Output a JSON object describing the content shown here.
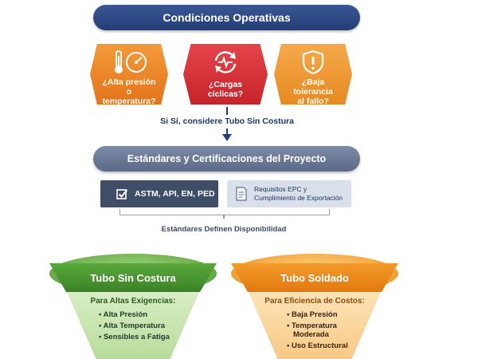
{
  "title": "Condiciones Operativas",
  "conditions": [
    {
      "label_l1": "¿Alta presión o",
      "label_l2": "temperatura?",
      "icon": "thermometer-gauge-icon",
      "color": "#e8801f"
    },
    {
      "label_l1": "¿Cargas cíclicas?",
      "label_l2": "",
      "icon": "cycle-pulse-icon",
      "color": "#d13238"
    },
    {
      "label_l1": "¿Baja tolerancia",
      "label_l2": "al fallo?",
      "icon": "warning-shield-icon",
      "color": "#ee9a30"
    }
  ],
  "seamless_hint": "Si Sí, considere Tubo Sin Costura",
  "standards": {
    "title": "Estándares y Certificaciones del Proyecto",
    "item1": "ASTM, API, EN, PED",
    "item2_l1": "Requisitos EPC y",
    "item2_l2": "Cumplimiento de Exportación",
    "note": "Estándares Definen Disponibilidad"
  },
  "funnels": [
    {
      "title": "Tubo Sin Costura",
      "subtitle": "Para Altas Exigencias:",
      "items": [
        "Alta Presión",
        "Alta Temperatura",
        "Sensibles a Fatiga"
      ],
      "color": "#4a9a30"
    },
    {
      "title": "Tubo Soldado",
      "subtitle": "Para Eficiencia de Costos:",
      "items": [
        "Baja Presión",
        "Temperatura",
        "Moderada",
        "Uso Estructural"
      ],
      "color": "#e8861a"
    }
  ]
}
